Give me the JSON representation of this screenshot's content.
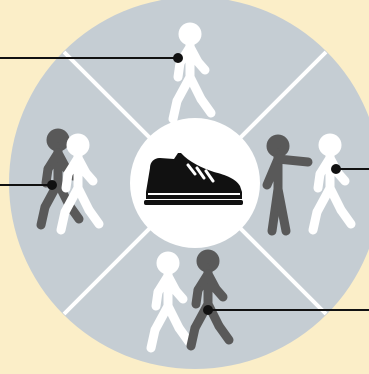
{
  "diagram": {
    "background_color": "#fbeec8",
    "wheel_color": "#c5cdd3",
    "divider_color": "#ffffff",
    "hub_color": "#ffffff",
    "light_figure_color": "#ffffff",
    "dark_figure_color": "#595959",
    "connector_color": "#111111",
    "center_icon": "sneaker-icon",
    "segments": [
      {
        "position": "top",
        "icon": "person-walking-alone-icon",
        "connector_side": "left"
      },
      {
        "position": "left",
        "icon": "two-people-walking-together-icon",
        "connector_side": "left"
      },
      {
        "position": "right",
        "icon": "person-pointing-at-walker-icon",
        "connector_side": "right"
      },
      {
        "position": "bottom",
        "icon": "two-people-walking-side-by-side-icon",
        "connector_side": "right"
      }
    ]
  }
}
